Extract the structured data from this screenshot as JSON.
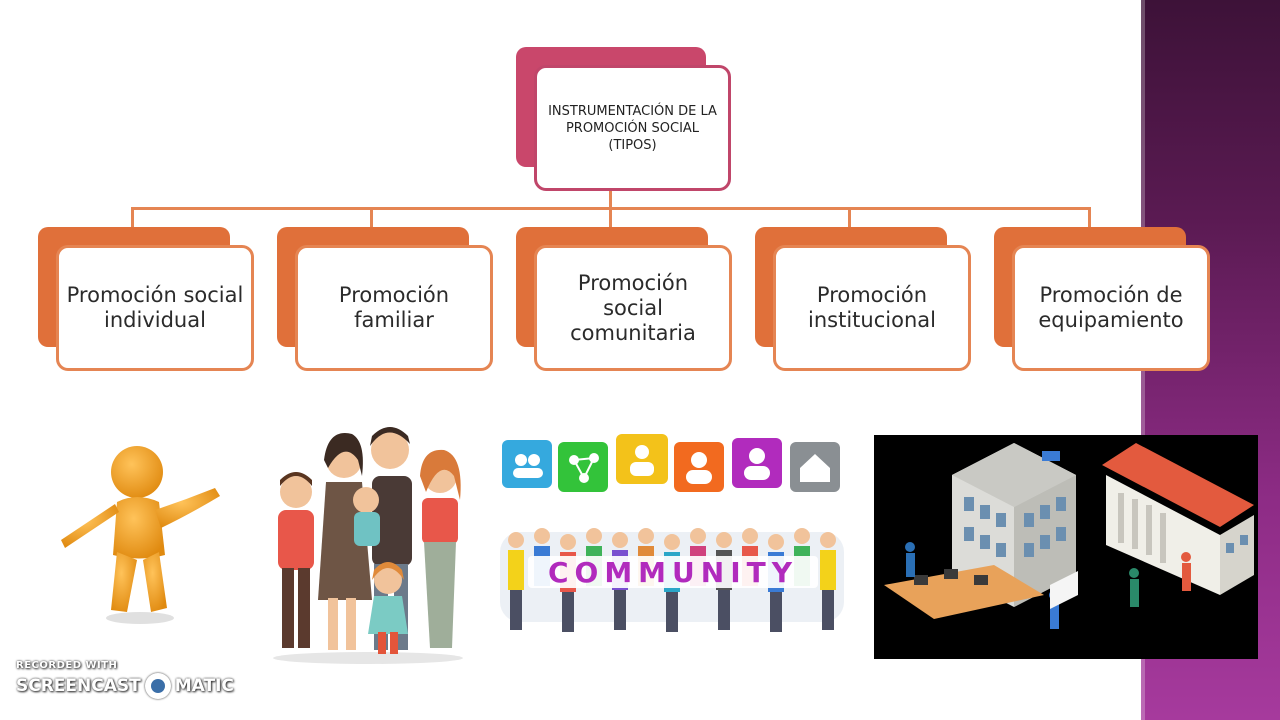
{
  "diagram": {
    "root": {
      "label": "INSTRUMENTACIÓN DE LA PROMOCIÓN SOCIAL (TIPOS)"
    },
    "children": [
      {
        "label": "Promoción social individual"
      },
      {
        "label": "Promoción familiar"
      },
      {
        "label": "Promoción social comunitaria"
      },
      {
        "label": "Promoción institucional"
      },
      {
        "label": "Promoción de equipamiento"
      }
    ]
  },
  "illustrations": {
    "community_banner": "COMMUNITY"
  },
  "watermark": {
    "line1": "RECORDED WITH",
    "line2a": "SCREENCAST",
    "line2b": "MATIC"
  },
  "colors": {
    "orange": "#e0703a",
    "root": "#c9476b",
    "purple": "#8e2c86"
  }
}
